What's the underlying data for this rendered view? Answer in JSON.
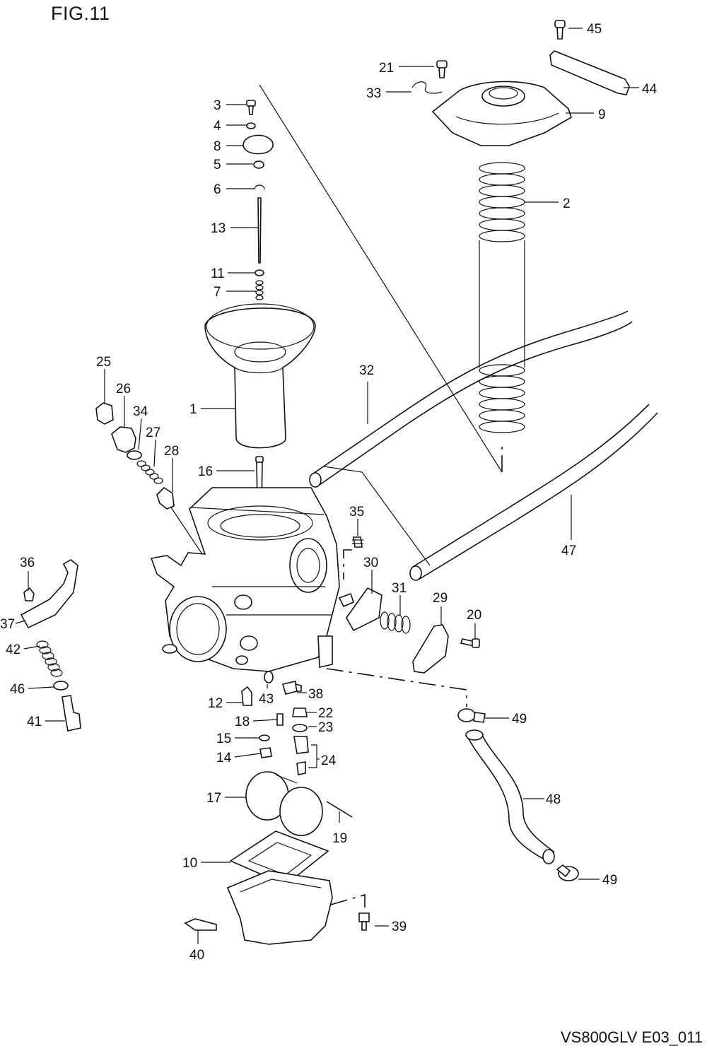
{
  "figure": {
    "title": "FIG.11",
    "footer": "VS800GLV E03_011"
  },
  "callouts": [
    "1",
    "2",
    "3",
    "4",
    "5",
    "6",
    "7",
    "8",
    "9",
    "10",
    "11",
    "12",
    "13",
    "14",
    "15",
    "16",
    "17",
    "18",
    "19",
    "20",
    "21",
    "22",
    "23",
    "24",
    "25",
    "26",
    "27",
    "28",
    "29",
    "30",
    "31",
    "32",
    "33",
    "34",
    "35",
    "36",
    "37",
    "38",
    "39",
    "40",
    "41",
    "42",
    "43",
    "44",
    "45",
    "46",
    "47",
    "48",
    "49",
    "49"
  ]
}
